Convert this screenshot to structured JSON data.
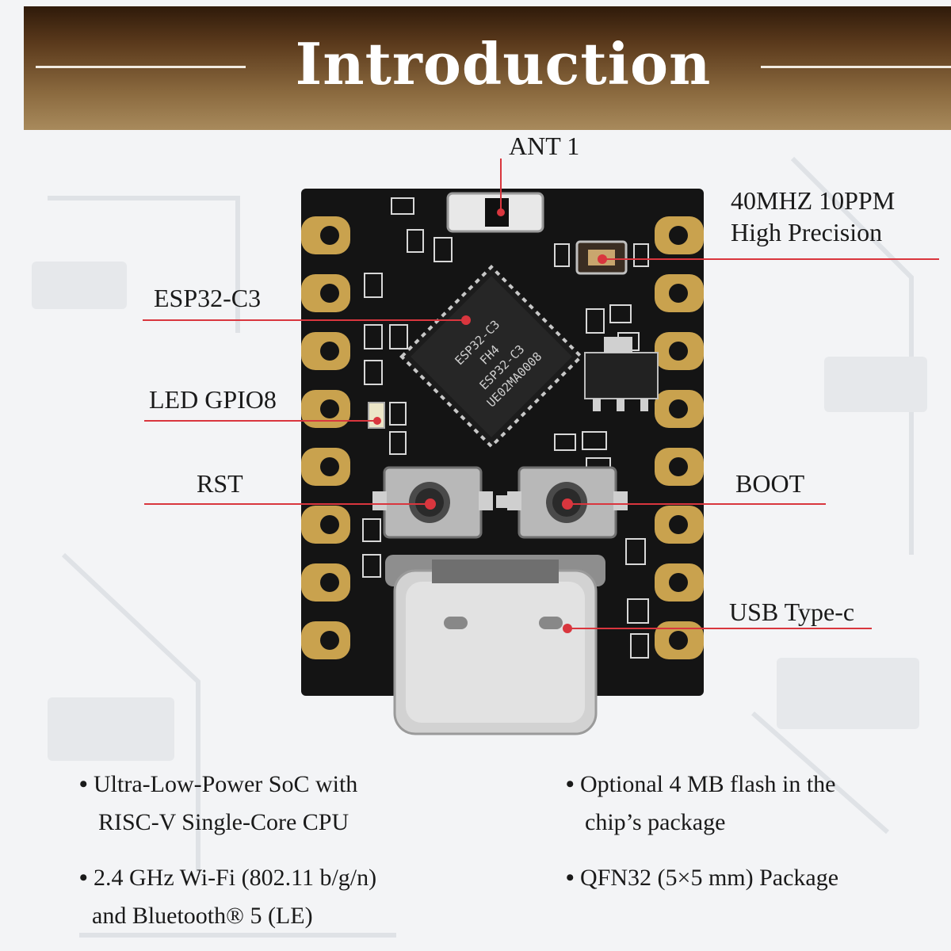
{
  "banner": {
    "title": "Introduction"
  },
  "labels": {
    "ant": "ANT 1",
    "crystal_line1": "40MHZ 10PPM",
    "crystal_line2": "High Precision",
    "esp": "ESP32-C3",
    "led": "LED GPIO8",
    "rst": "RST",
    "boot": "BOOT",
    "usb": "USB Type-c"
  },
  "chip_marking": [
    "ESP32-C3",
    "FH4",
    "ESP32-C3",
    "UE02MA0008"
  ],
  "features": [
    {
      "line1": "Ultra-Low-Power SoC with",
      "line2": "RISC-V Single-Core CPU"
    },
    {
      "line1": "Optional 4 MB flash in the",
      "line2": "chip’s package"
    },
    {
      "line1": "2.4 GHz Wi-Fi (802.11 b/g/n)",
      "line2": "and Bluetooth® 5 (LE)"
    },
    {
      "line1": "QFN32 (5×5 mm) Package",
      "line2": ""
    }
  ],
  "colors": {
    "pcb": "#141414",
    "pad_gold": "#c9a24e",
    "leader_red": "#d9363e",
    "banner_dark": "#2f1a0a",
    "banner_light": "#a88a5c"
  }
}
